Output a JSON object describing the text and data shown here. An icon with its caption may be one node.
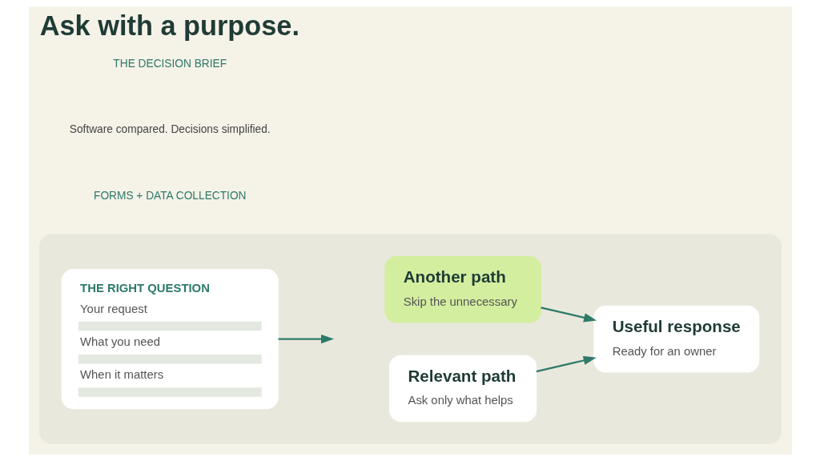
{
  "diagram": {
    "title": "Ask with a purpose.",
    "nodes": [
      {
        "text": [],
        "shape": "box"
      },
      {
        "text": [
          "THE RIGHT QUESTION",
          "Your request",
          "What you need",
          "When it matters"
        ],
        "in": 0
      },
      {
        "text": [
          "Relevant path",
          "Ask only what helps"
        ],
        "in": 0
      },
      {
        "text": [
          "Another path",
          "Skip the unnecessary"
        ],
        "in": 0
      },
      {
        "text": [
          "Useful response",
          "Ready for an owner"
        ],
        "in": 0
      }
    ],
    "edges": [
      {
        "from": 1,
        "to": null,
        "arrow": "to"
      },
      {
        "from": 2,
        "to": 4,
        "arrow": "to"
      },
      {
        "from": 3,
        "to": 4,
        "arrow": "to"
      }
    ],
    "labels": [
      "FORMS + DATA COLLECTION",
      "Software compared. Decisions simplified.",
      "THE DECISION BRIEF"
    ]
  }
}
